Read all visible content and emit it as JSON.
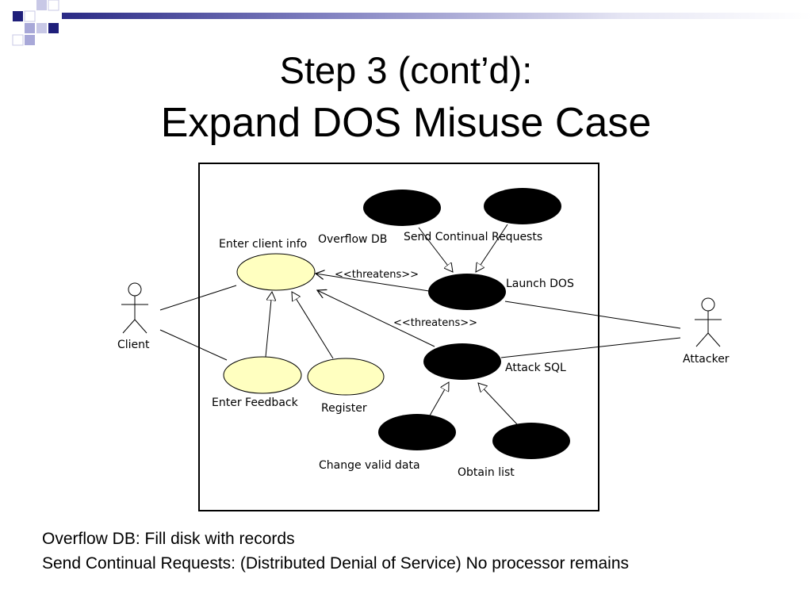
{
  "slide": {
    "title_line1": "Step 3 (cont’d):",
    "title_line2": "Expand DOS Misuse Case",
    "notes": [
      "Overflow DB:  Fill disk with records",
      "Send Continual Requests:  (Distributed Denial of Service)  No processor remains"
    ]
  },
  "diagram": {
    "actors": {
      "client": "Client",
      "attacker": "Attacker"
    },
    "use_cases": {
      "enter_client_info": "Enter client info",
      "enter_feedback": "Enter Feedback",
      "register": "Register"
    },
    "misuse_cases": {
      "overflow_db": "Overflow DB",
      "send_continual_requests": "Send Continual Requests",
      "launch_dos": "Launch DOS",
      "attack_sql": "Attack SQL",
      "change_valid_data": "Change valid data",
      "obtain_list": "Obtain list"
    },
    "stereotypes": {
      "threatens_1": "<<threatens>>",
      "threatens_2": "<<threatens>>"
    }
  },
  "colors": {
    "brand_navy": "#1f1f7a",
    "brand_lavender": "#a8a8d8",
    "use_case_fill": "#ffffc0",
    "misuse_case_fill": "#000000"
  }
}
